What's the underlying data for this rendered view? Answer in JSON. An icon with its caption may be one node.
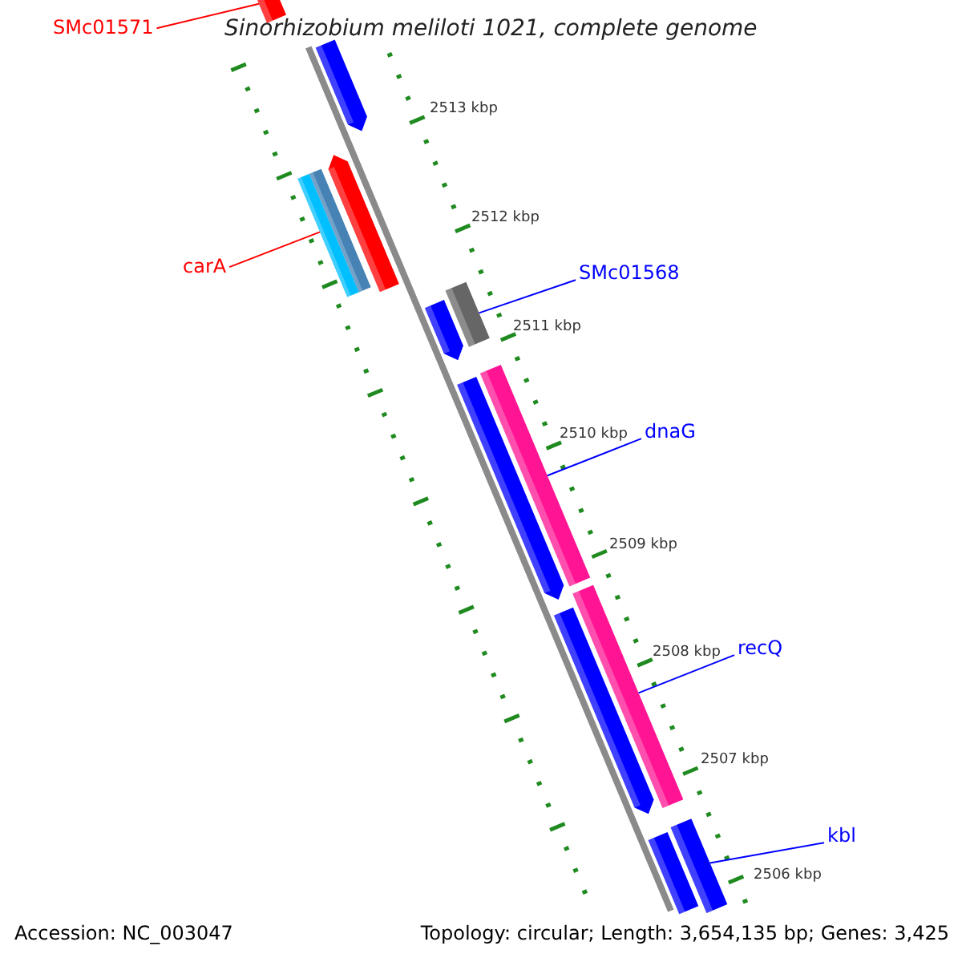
{
  "diagram": {
    "title": "Sinorhizobium meliloti 1021, complete genome",
    "nodes": [
      {
        "text": [
          "SMc01571"
        ]
      },
      {
        "text": [],
        "shape": "bar"
      },
      {
        "text": [],
        "shape": "arrow"
      },
      {
        "text": [
          "carA"
        ]
      },
      {
        "text": [],
        "shape": "bar"
      },
      {
        "text": [],
        "shape": "bar"
      },
      {
        "text": [],
        "shape": "arrow"
      },
      {
        "text": [
          "SMc01568"
        ]
      },
      {
        "text": [],
        "shape": "bar"
      },
      {
        "text": [],
        "shape": "arrow"
      },
      {
        "text": [
          "dnaG"
        ]
      },
      {
        "text": [],
        "shape": "bar"
      },
      {
        "text": [],
        "shape": "arrow"
      },
      {
        "text": [
          "recQ"
        ]
      },
      {
        "text": [],
        "shape": "bar"
      },
      {
        "text": [],
        "shape": "arrow"
      },
      {
        "text": [
          "kbl"
        ]
      },
      {
        "text": [],
        "shape": "bar"
      },
      {
        "text": [],
        "shape": "bar"
      }
    ],
    "edges": [
      {
        "from": 0,
        "to": 1,
        "arrow": "none",
        "color": "#ff0000"
      },
      {
        "from": 3,
        "to": 4,
        "arrow": "none",
        "color": "#ff0000"
      },
      {
        "from": 7,
        "to": 8,
        "arrow": "none"
      },
      {
        "from": 10,
        "to": 11,
        "arrow": "none"
      },
      {
        "from": 13,
        "to": 14,
        "arrow": "none"
      },
      {
        "from": 16,
        "to": 17,
        "arrow": "none"
      }
    ],
    "labels": [
      "2513 kbp",
      "2512 kbp",
      "2511 kbp",
      "2510 kbp",
      "2509 kbp",
      "2508 kbp",
      "2507 kbp",
      "2506 kbp",
      "Accession: NC_003047",
      "Topology: circular; Length: 3,654,135 bp; Genes: 3,425"
    ]
  }
}
